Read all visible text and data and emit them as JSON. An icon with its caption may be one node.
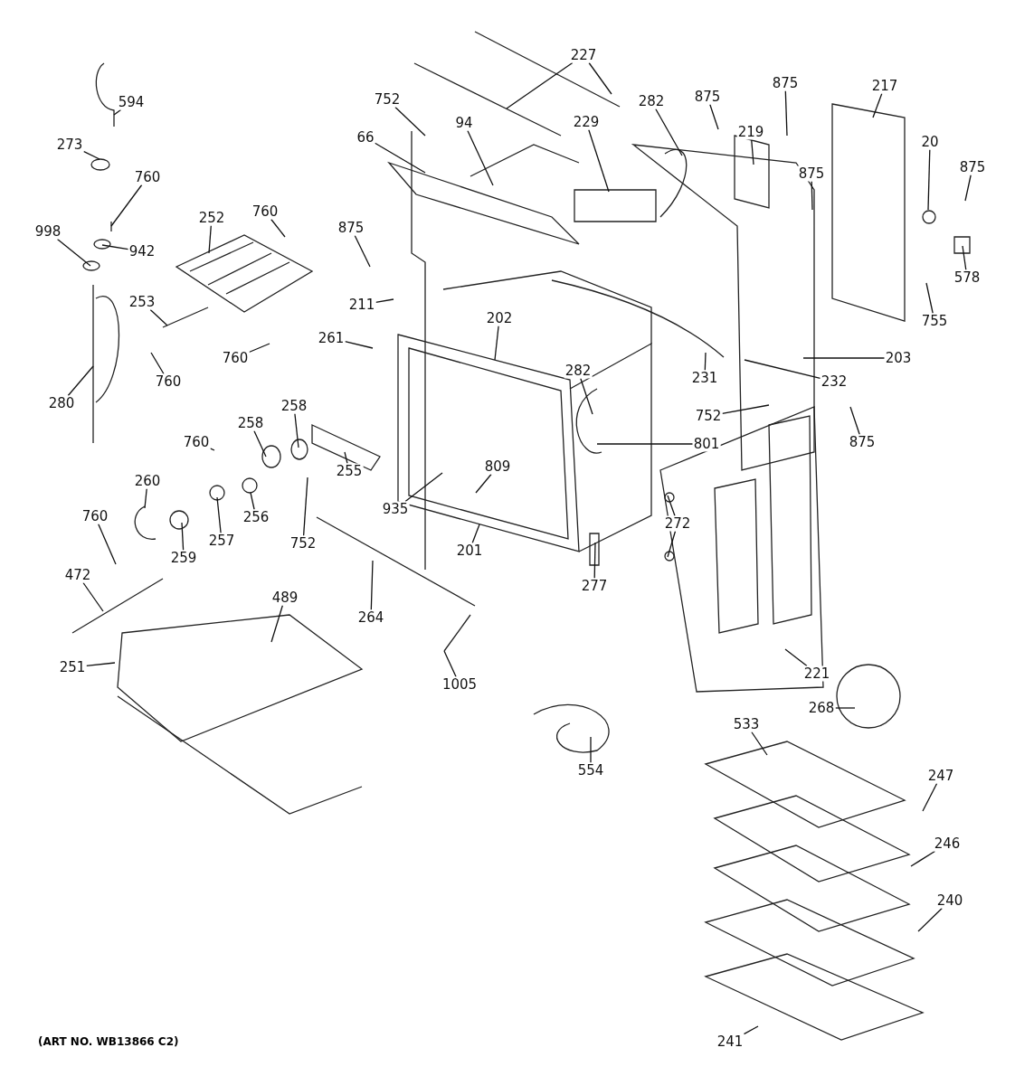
{
  "diagram": {
    "nodes": [
      {
        "text": [
          "594"
        ]
      },
      {
        "text": [
          "273"
        ]
      },
      {
        "text": [
          "760"
        ]
      },
      {
        "text": [
          "998"
        ]
      },
      {
        "text": [
          "942"
        ]
      },
      {
        "text": [
          "280"
        ]
      },
      {
        "text": [
          "252"
        ]
      },
      {
        "text": [
          "760"
        ]
      },
      {
        "text": [
          "253"
        ]
      },
      {
        "text": [
          "760"
        ]
      },
      {
        "text": [
          "760"
        ]
      },
      {
        "text": [
          "752"
        ]
      },
      {
        "text": [
          "66"
        ]
      },
      {
        "text": [
          "94"
        ]
      },
      {
        "text": [
          "227"
        ]
      },
      {
        "text": [
          "875"
        ]
      },
      {
        "text": [
          "211"
        ]
      },
      {
        "text": [
          "261"
        ]
      },
      {
        "text": [
          "202"
        ]
      },
      {
        "text": [
          "229"
        ]
      },
      {
        "text": [
          "282"
        ]
      },
      {
        "text": [
          "875"
        ]
      },
      {
        "text": [
          "219"
        ]
      },
      {
        "text": [
          "875"
        ]
      },
      {
        "text": [
          "875"
        ]
      },
      {
        "text": [
          "217"
        ]
      },
      {
        "text": [
          "20"
        ]
      },
      {
        "text": [
          "875"
        ]
      },
      {
        "text": [
          "578"
        ]
      },
      {
        "text": [
          "755"
        ]
      },
      {
        "text": [
          "203"
        ]
      },
      {
        "text": [
          "232"
        ]
      },
      {
        "text": [
          "231"
        ]
      },
      {
        "text": [
          "282"
        ]
      },
      {
        "text": [
          "752"
        ]
      },
      {
        "text": [
          "875"
        ]
      },
      {
        "text": [
          "801"
        ]
      },
      {
        "text": [
          "258"
        ]
      },
      {
        "text": [
          "258"
        ]
      },
      {
        "text": [
          "760"
        ]
      },
      {
        "text": [
          "809"
        ]
      },
      {
        "text": [
          "255"
        ]
      },
      {
        "text": [
          "260"
        ]
      },
      {
        "text": [
          "256"
        ]
      },
      {
        "text": [
          "257"
        ]
      },
      {
        "text": [
          "259"
        ]
      },
      {
        "text": [
          "752"
        ]
      },
      {
        "text": [
          "935"
        ]
      },
      {
        "text": [
          "201"
        ]
      },
      {
        "text": [
          "272"
        ]
      },
      {
        "text": [
          "277"
        ]
      },
      {
        "text": [
          "760"
        ]
      },
      {
        "text": [
          "472"
        ]
      },
      {
        "text": [
          "489"
        ]
      },
      {
        "text": [
          "251"
        ]
      },
      {
        "text": [
          "264"
        ]
      },
      {
        "text": [
          "1005"
        ]
      },
      {
        "text": [
          "221"
        ]
      },
      {
        "text": [
          "268"
        ]
      },
      {
        "text": [
          "554"
        ]
      },
      {
        "text": [
          "533"
        ]
      },
      {
        "text": [
          "247"
        ]
      },
      {
        "text": [
          "246"
        ]
      },
      {
        "text": [
          "240"
        ]
      },
      {
        "text": [
          "241"
        ]
      }
    ],
    "edges": [
      {
        "from": 0,
        "to": null,
        "arrow": "none"
      },
      {
        "from": 1,
        "to": null,
        "arrow": "none"
      },
      {
        "from": 2,
        "to": null,
        "arrow": "none"
      },
      {
        "from": 3,
        "to": null,
        "arrow": "none"
      },
      {
        "from": 4,
        "to": null,
        "arrow": "none"
      },
      {
        "from": 5,
        "to": null,
        "arrow": "none"
      },
      {
        "from": 6,
        "to": null,
        "arrow": "none"
      },
      {
        "from": 7,
        "to": null,
        "arrow": "none"
      },
      {
        "from": 8,
        "to": null,
        "arrow": "none"
      },
      {
        "from": 9,
        "to": null,
        "arrow": "none"
      },
      {
        "from": 10,
        "to": null,
        "arrow": "none"
      },
      {
        "from": 11,
        "to": null,
        "arrow": "none"
      },
      {
        "from": 12,
        "to": null,
        "arrow": "none"
      },
      {
        "from": 13,
        "to": null,
        "arrow": "none"
      },
      {
        "from": 14,
        "to": null,
        "arrow": "none"
      },
      {
        "from": 14,
        "to": null,
        "arrow": "none"
      },
      {
        "from": 15,
        "to": null,
        "arrow": "none"
      },
      {
        "from": 16,
        "to": null,
        "arrow": "none"
      },
      {
        "from": 17,
        "to": null,
        "arrow": "none"
      },
      {
        "from": 18,
        "to": null,
        "arrow": "none"
      },
      {
        "from": 19,
        "to": null,
        "arrow": "none"
      },
      {
        "from": 20,
        "to": null,
        "arrow": "none"
      },
      {
        "from": 21,
        "to": null,
        "arrow": "none"
      },
      {
        "from": 22,
        "to": null,
        "arrow": "none"
      },
      {
        "from": 23,
        "to": null,
        "arrow": "none"
      },
      {
        "from": 24,
        "to": null,
        "arrow": "none"
      },
      {
        "from": 25,
        "to": null,
        "arrow": "none"
      },
      {
        "from": 26,
        "to": null,
        "arrow": "none"
      },
      {
        "from": 27,
        "to": null,
        "arrow": "none"
      },
      {
        "from": 28,
        "to": null,
        "arrow": "none"
      },
      {
        "from": 29,
        "to": null,
        "arrow": "none"
      },
      {
        "from": 30,
        "to": null,
        "arrow": "none"
      },
      {
        "from": 31,
        "to": null,
        "arrow": "none"
      },
      {
        "from": 32,
        "to": null,
        "arrow": "none"
      },
      {
        "from": 33,
        "to": null,
        "arrow": "none"
      },
      {
        "from": 34,
        "to": null,
        "arrow": "none"
      },
      {
        "from": 35,
        "to": null,
        "arrow": "none"
      },
      {
        "from": 36,
        "to": null,
        "arrow": "none"
      },
      {
        "from": 37,
        "to": null,
        "arrow": "none"
      },
      {
        "from": 38,
        "to": null,
        "arrow": "none"
      },
      {
        "from": 39,
        "to": null,
        "arrow": "none"
      },
      {
        "from": 40,
        "to": null,
        "arrow": "none"
      },
      {
        "from": 41,
        "to": null,
        "arrow": "none"
      },
      {
        "from": 42,
        "to": null,
        "arrow": "none"
      },
      {
        "from": 43,
        "to": null,
        "arrow": "none"
      },
      {
        "from": 44,
        "to": null,
        "arrow": "none"
      },
      {
        "from": 45,
        "to": null,
        "arrow": "none"
      },
      {
        "from": 46,
        "to": null,
        "arrow": "none"
      },
      {
        "from": 47,
        "to": null,
        "arrow": "none"
      },
      {
        "from": 48,
        "to": null,
        "arrow": "none"
      },
      {
        "from": 49,
        "to": null,
        "arrow": "none"
      },
      {
        "from": 49,
        "to": null,
        "arrow": "none"
      },
      {
        "from": 50,
        "to": null,
        "arrow": "none"
      },
      {
        "from": 51,
        "to": null,
        "arrow": "none"
      },
      {
        "from": 52,
        "to": null,
        "arrow": "none"
      },
      {
        "from": 53,
        "to": null,
        "arrow": "none"
      },
      {
        "from": 54,
        "to": null,
        "arrow": "none"
      },
      {
        "from": 55,
        "to": null,
        "arrow": "none"
      },
      {
        "from": 56,
        "to": null,
        "arrow": "none"
      },
      {
        "from": 57,
        "to": null,
        "arrow": "none"
      },
      {
        "from": 58,
        "to": null,
        "arrow": "none"
      },
      {
        "from": 59,
        "to": null,
        "arrow": "none"
      },
      {
        "from": 60,
        "to": null,
        "arrow": "none"
      },
      {
        "from": 61,
        "to": null,
        "arrow": "none"
      },
      {
        "from": 62,
        "to": null,
        "arrow": "none"
      },
      {
        "from": 63,
        "to": null,
        "arrow": "none"
      },
      {
        "from": 64,
        "to": null,
        "arrow": "none"
      }
    ],
    "labels": [
      "(ART NO. WB13866 C2)"
    ]
  }
}
